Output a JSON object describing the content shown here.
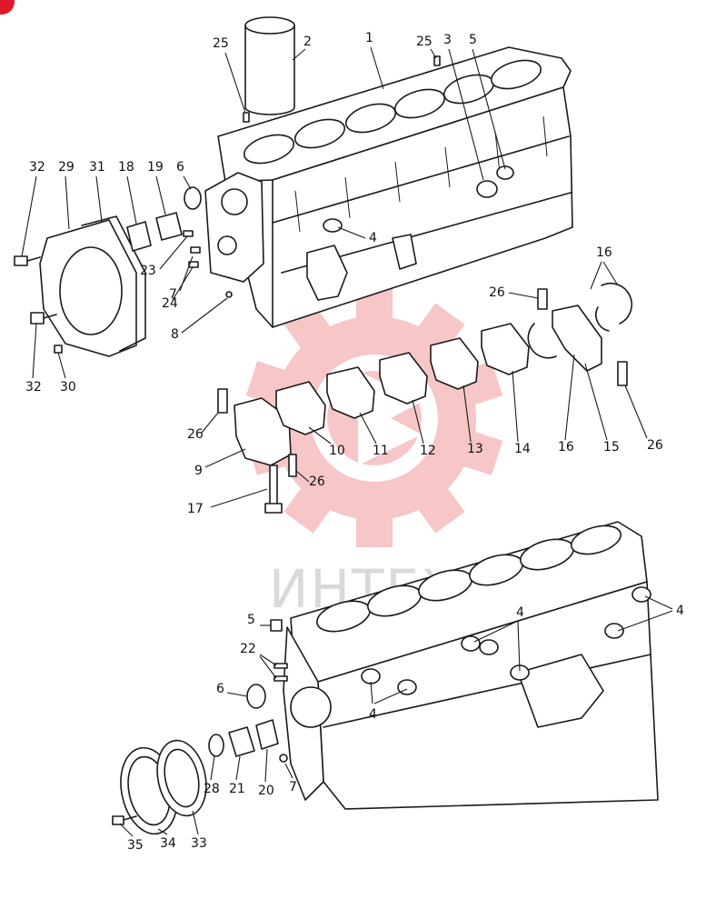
{
  "diagram": {
    "watermark": {
      "text": "ИНТЕХ",
      "gear_color": "#f7c6c6",
      "text_color": "#d9d9d9"
    },
    "accent_color": "#e0182b",
    "callouts": [
      {
        "id": "c1",
        "label": "1"
      },
      {
        "id": "c2",
        "label": "2"
      },
      {
        "id": "c3",
        "label": "3"
      },
      {
        "id": "c4a",
        "label": "4"
      },
      {
        "id": "c4b",
        "label": "4"
      },
      {
        "id": "c4c",
        "label": "4"
      },
      {
        "id": "c4d",
        "label": "4"
      },
      {
        "id": "c5a",
        "label": "5"
      },
      {
        "id": "c5b",
        "label": "5"
      },
      {
        "id": "c6a",
        "label": "6"
      },
      {
        "id": "c6b",
        "label": "6"
      },
      {
        "id": "c7a",
        "label": "7"
      },
      {
        "id": "c7b",
        "label": "7"
      },
      {
        "id": "c8",
        "label": "8"
      },
      {
        "id": "c9",
        "label": "9"
      },
      {
        "id": "c10",
        "label": "10"
      },
      {
        "id": "c11",
        "label": "11"
      },
      {
        "id": "c12",
        "label": "12"
      },
      {
        "id": "c13",
        "label": "13"
      },
      {
        "id": "c14",
        "label": "14"
      },
      {
        "id": "c15",
        "label": "15"
      },
      {
        "id": "c16a",
        "label": "16"
      },
      {
        "id": "c16b",
        "label": "16"
      },
      {
        "id": "c17",
        "label": "17"
      },
      {
        "id": "c18",
        "label": "18"
      },
      {
        "id": "c19",
        "label": "19"
      },
      {
        "id": "c20",
        "label": "20"
      },
      {
        "id": "c21",
        "label": "21"
      },
      {
        "id": "c22",
        "label": "22"
      },
      {
        "id": "c23",
        "label": "23"
      },
      {
        "id": "c24",
        "label": "24"
      },
      {
        "id": "c25a",
        "label": "25"
      },
      {
        "id": "c25b",
        "label": "25"
      },
      {
        "id": "c26a",
        "label": "26"
      },
      {
        "id": "c26b",
        "label": "26"
      },
      {
        "id": "c26c",
        "label": "26"
      },
      {
        "id": "c26d",
        "label": "26"
      },
      {
        "id": "c28",
        "label": "28"
      },
      {
        "id": "c29",
        "label": "29"
      },
      {
        "id": "c30",
        "label": "30"
      },
      {
        "id": "c31",
        "label": "31"
      },
      {
        "id": "c32a",
        "label": "32"
      },
      {
        "id": "c32b",
        "label": "32"
      },
      {
        "id": "c33",
        "label": "33"
      },
      {
        "id": "c34",
        "label": "34"
      },
      {
        "id": "c35",
        "label": "35"
      }
    ]
  }
}
